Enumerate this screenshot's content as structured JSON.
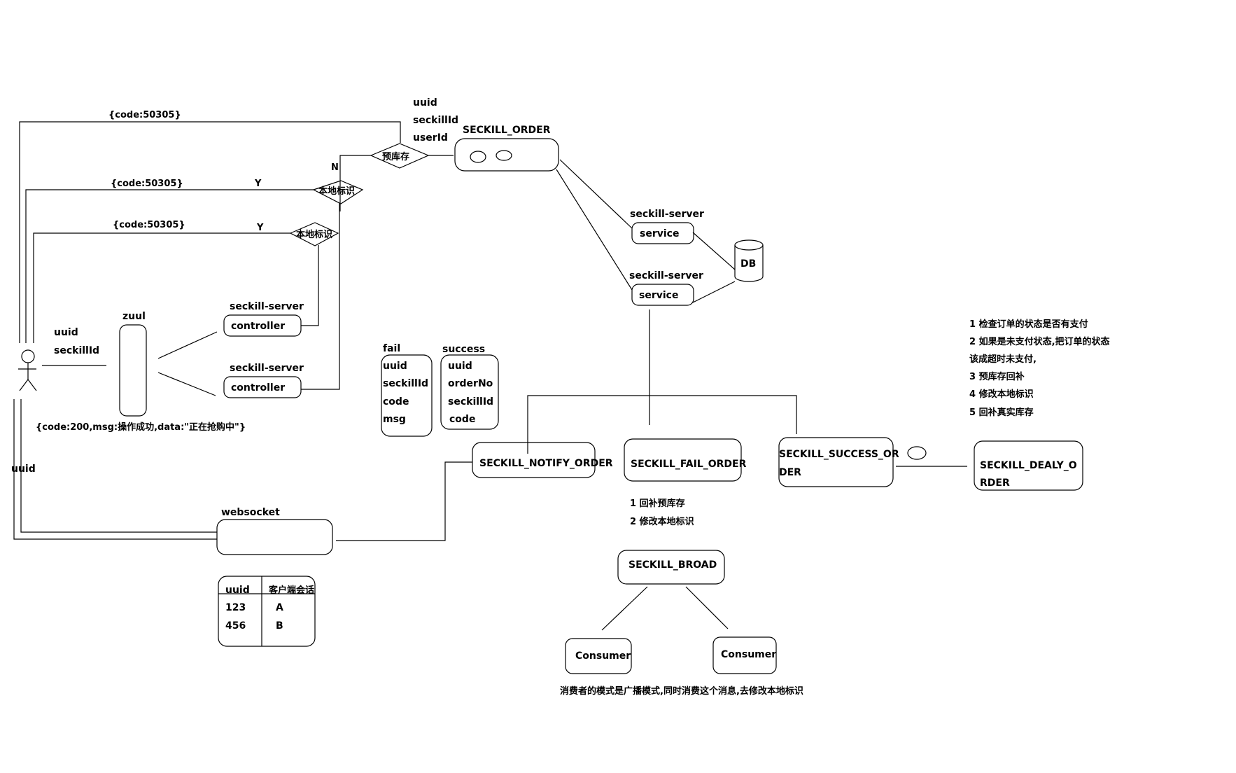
{
  "labels": {
    "code_50305_a": "{code:50305}",
    "code_50305_b": "{code:50305}",
    "code_50305_c": "{code:50305}",
    "y_a": "Y",
    "y_b": "Y",
    "n": "N",
    "uuid_top": "uuid",
    "seckillid_top": "seckillId",
    "userid_top": "userId",
    "seckill_order": "SECKILL_ORDER",
    "pre_stock": "预库存",
    "local_flag_a": "本地标识",
    "local_flag_b": "本地标识",
    "uuid_left": "uuid",
    "seckillid_left": "seckillId",
    "zuul": "zuul",
    "server_ctrl_a": "seckill-server",
    "controller_a": "controller",
    "server_ctrl_b": "seckill-server",
    "controller_b": "controller",
    "response_ok": "{code:200,msg:操作成功,data:\"正在抢购中\"}",
    "uuid_side": "uuid",
    "server_svc_a": "seckill-server",
    "service_a": "service",
    "server_svc_b": "seckill-server",
    "service_b": "service",
    "db": "DB",
    "fail": "fail",
    "success": "success",
    "notify_order": "SECKILL_NOTIFY_ORDER",
    "fail_order": "SECKILL_FAIL_ORDER",
    "success_order_1": "SECKILL_SUCCESS_OR",
    "success_order_2": "DER",
    "dealy_order_1": "SECKILL_DEALY_O",
    "dealy_order_2": "RDER",
    "websocket": "websocket",
    "seckill_broad": "SECKILL_BROAD",
    "consumer_a": "Consumer",
    "consumer_b": "Consumer",
    "consumer_note": "消费者的模式是广播模式,同时消费这个消息,去修改本地标识"
  },
  "fail_fields": [
    "uuid",
    "seckillId",
    "code",
    "msg"
  ],
  "success_fields": [
    "uuid",
    "orderNo",
    "seckillId",
    "code"
  ],
  "fail_notes": [
    "1 回补预库存",
    "2 修改本地标识"
  ],
  "delay_notes": [
    "1 检查订单的状态是否有支付",
    "2 如果是未支付状态,把订单的状态",
    "该成超时未支付,",
    "3  预库存回补",
    "4 修改本地标识",
    "5 回补真实库存"
  ],
  "session_table": {
    "headers": [
      "uuid",
      "客户端会话"
    ],
    "rows": [
      [
        "123",
        "A"
      ],
      [
        "456",
        "B"
      ]
    ]
  }
}
